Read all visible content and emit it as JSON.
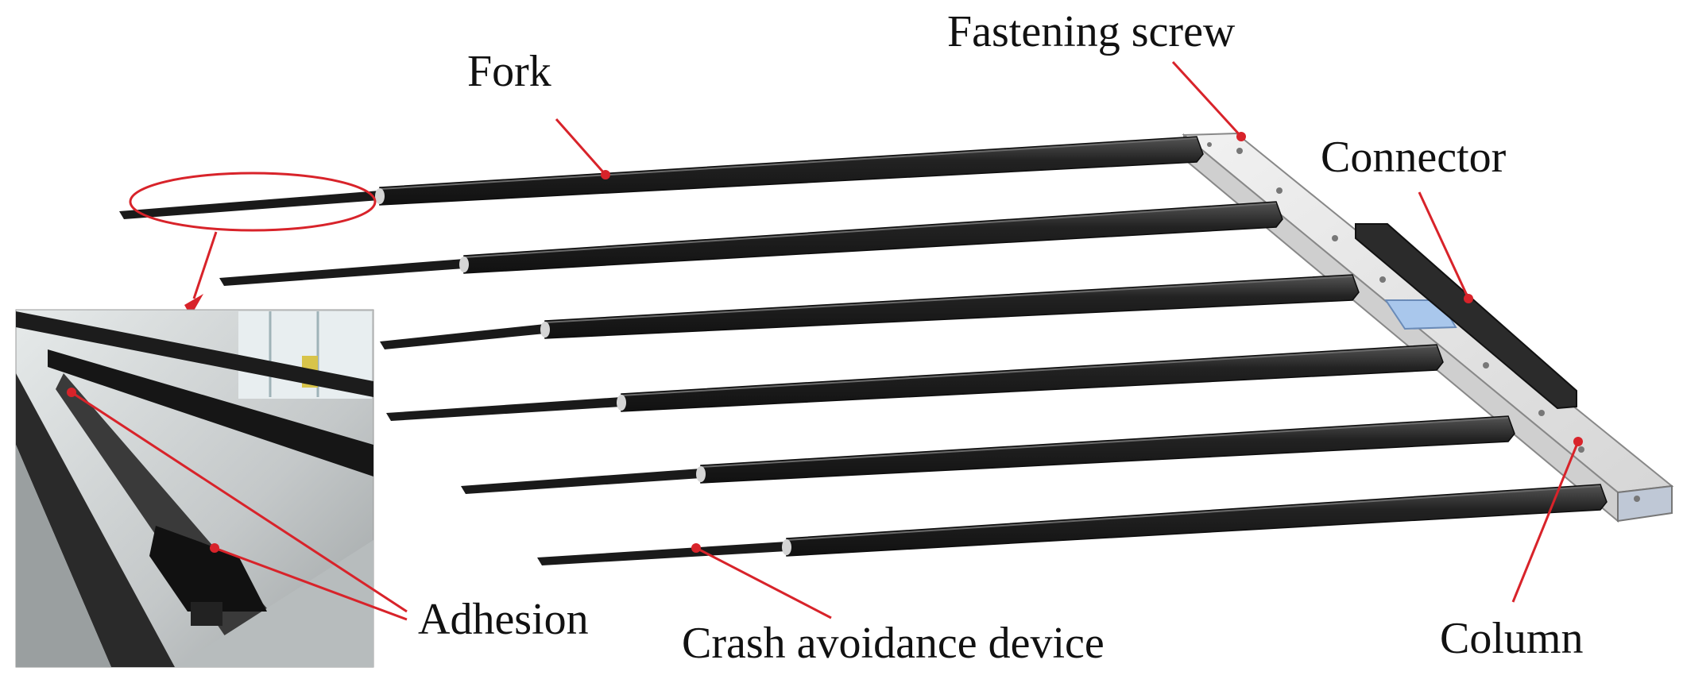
{
  "labels": {
    "fork": "Fork",
    "fastening_screw": "Fastening screw",
    "connector": "Connector",
    "adhesion": "Adhesion",
    "crash_avoidance": "Crash avoidance device",
    "column": "Column"
  },
  "colors": {
    "leader": "#d8232a",
    "fork_body": "#1f1f1f",
    "fork_highlight": "#4a4a4a",
    "column_face": "#d9d9d9",
    "column_top": "#ececec",
    "connector_plate": "#2f2f2f",
    "photo_bg": "#c9cccd"
  }
}
